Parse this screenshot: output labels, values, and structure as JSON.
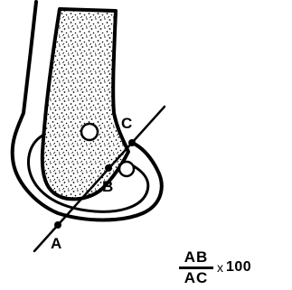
{
  "points": {
    "a": "A",
    "b": "B",
    "c": "C"
  },
  "formula": {
    "numerator": "AB",
    "denominator": "AC",
    "times": "x",
    "multiplier": "100"
  }
}
